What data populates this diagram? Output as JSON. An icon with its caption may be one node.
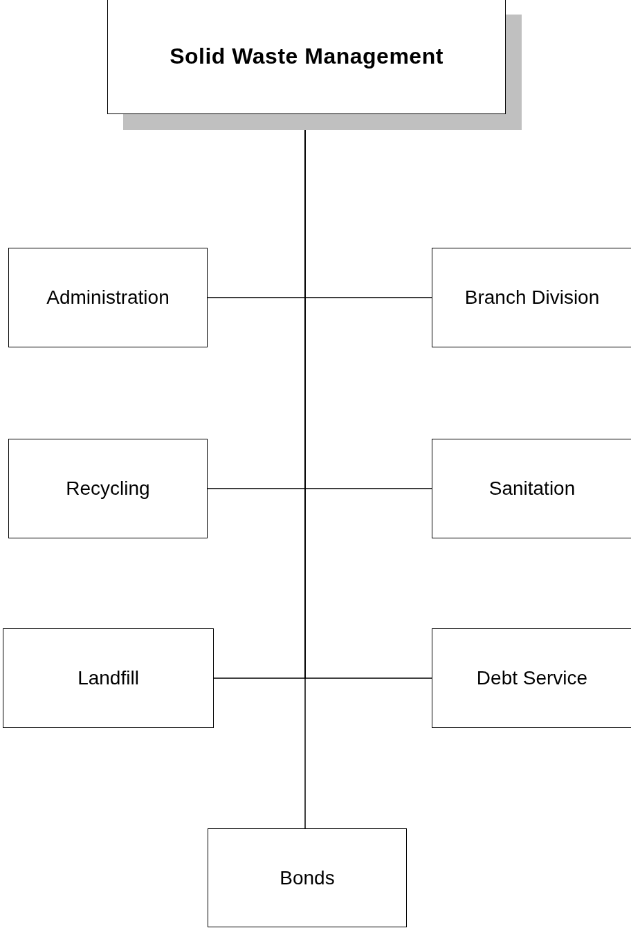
{
  "diagram": {
    "nodes": [
      {
        "text": [
          "Solid Waste Management"
        ]
      },
      {
        "text": [
          "Administration"
        ]
      },
      {
        "text": [
          "Branch Division"
        ]
      },
      {
        "text": [
          "Recycling"
        ]
      },
      {
        "text": [
          "Sanitation"
        ]
      },
      {
        "text": [
          "Landfill"
        ]
      },
      {
        "text": [
          "Debt Service"
        ]
      },
      {
        "text": [
          "Bonds"
        ]
      }
    ],
    "edges": [
      {
        "from": 0,
        "to": 1,
        "arrow": "none"
      },
      {
        "from": 0,
        "to": 2,
        "arrow": "none"
      },
      {
        "from": 0,
        "to": 3,
        "arrow": "none"
      },
      {
        "from": 0,
        "to": 4,
        "arrow": "none"
      },
      {
        "from": 0,
        "to": 5,
        "arrow": "none"
      },
      {
        "from": 0,
        "to": 6,
        "arrow": "none"
      },
      {
        "from": 0,
        "to": 7,
        "arrow": "none"
      }
    ]
  }
}
